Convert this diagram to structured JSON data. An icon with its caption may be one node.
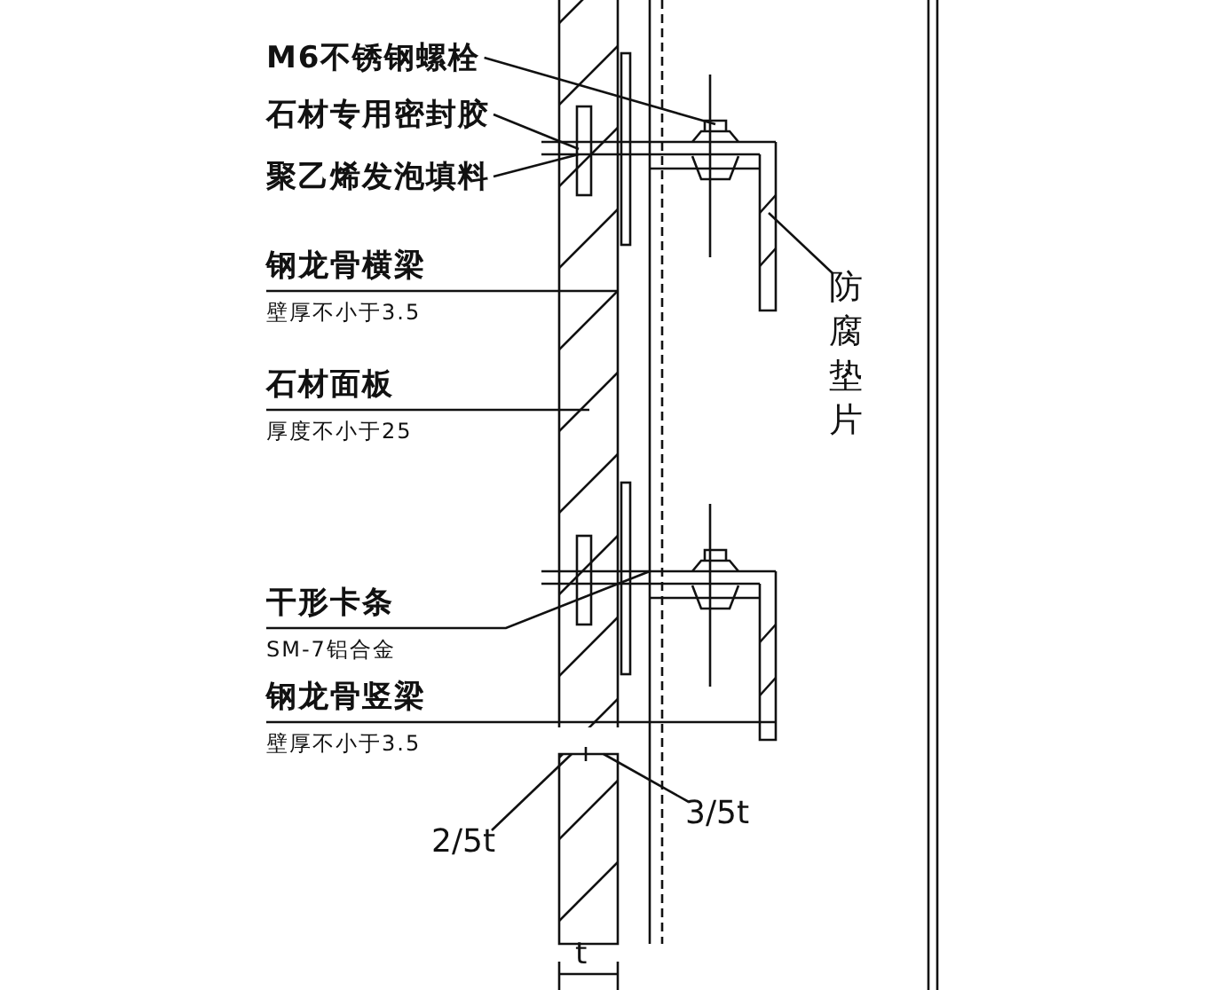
{
  "diagram": {
    "nodes": [
      {
        "text": [
          "M6不锈钢螺栓"
        ]
      },
      {
        "text": [
          "石材专用密封胶"
        ]
      },
      {
        "text": [
          "聚乙烯发泡填料"
        ]
      },
      {
        "text": [
          "钢龙骨横梁",
          "壁厚不小于3.5"
        ]
      },
      {
        "text": [
          "石材面板",
          "厚度不小于25"
        ]
      },
      {
        "text": [
          "干形卡条",
          "SM-7铝合金"
        ]
      },
      {
        "text": [
          "钢龙骨竖梁",
          "壁厚不小于3.5"
        ]
      },
      {
        "text": [
          "防腐垫片"
        ]
      },
      {
        "text": [
          "2/5t"
        ]
      },
      {
        "text": [
          "3/5t"
        ]
      }
    ],
    "edges": [
      {
        "from": 0,
        "to": null,
        "arrow": "none"
      },
      {
        "from": 1,
        "to": null,
        "arrow": "none"
      },
      {
        "from": 2,
        "to": null,
        "arrow": "none"
      },
      {
        "from": 3,
        "to": null,
        "arrow": "none"
      },
      {
        "from": 4,
        "to": null,
        "arrow": "none"
      },
      {
        "from": 5,
        "to": null,
        "arrow": "none"
      },
      {
        "from": 6,
        "to": null,
        "arrow": "none"
      },
      {
        "from": 7,
        "to": null,
        "arrow": "none"
      },
      {
        "from": 8,
        "to": null,
        "arrow": "none"
      },
      {
        "from": 9,
        "to": null,
        "arrow": "none"
      }
    ],
    "labels": [
      "t"
    ]
  }
}
